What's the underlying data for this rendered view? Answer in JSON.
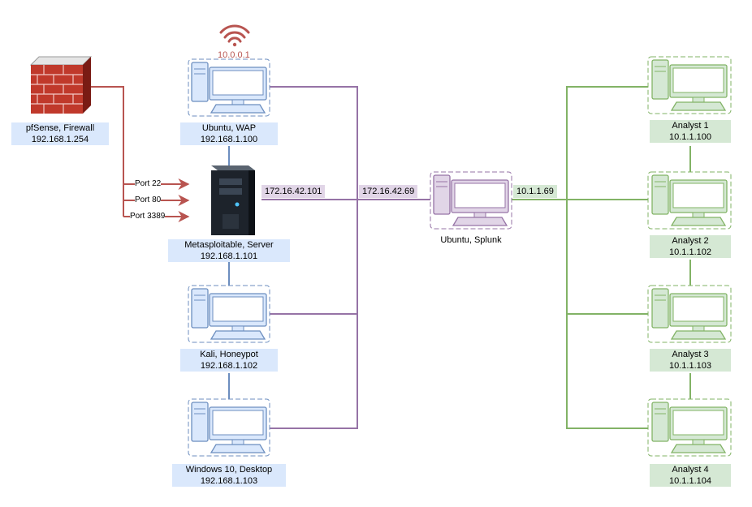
{
  "firewall": {
    "name": "pfSense, Firewall",
    "ip": "192.168.1.254"
  },
  "wap": {
    "name": "Ubuntu, WAP",
    "ip": "192.168.1.100",
    "wifi_ip": "10.0.0.1"
  },
  "server": {
    "name": "Metasploitable, Server",
    "ip": "192.168.1.101",
    "link_ip": "172.16.42.101"
  },
  "honeypot": {
    "name": "Kali, Honeypot",
    "ip": "192.168.1.102"
  },
  "desktop": {
    "name": "Windows 10, Desktop",
    "ip": "192.168.1.103"
  },
  "splunk": {
    "name": "Ubuntu, Splunk",
    "ip_left": "172.16.42.69",
    "ip_right": "10.1.1.69"
  },
  "ports": [
    "Port 22",
    "Port 80",
    "Port 3389"
  ],
  "analysts": [
    {
      "name": "Analyst 1",
      "ip": "10.1.1.100"
    },
    {
      "name": "Analyst 2",
      "ip": "10.1.1.102"
    },
    {
      "name": "Analyst 3",
      "ip": "10.1.1.103"
    },
    {
      "name": "Analyst 4",
      "ip": "10.1.1.104"
    }
  ],
  "colors": {
    "blue_stroke": "#6c8ebf",
    "blue_fill": "#dae8fc",
    "green_stroke": "#82b366",
    "green_fill": "#d5e8d4",
    "purple_stroke": "#9673a6",
    "purple_fill": "#e1d5e7",
    "red_stroke": "#b85450"
  }
}
